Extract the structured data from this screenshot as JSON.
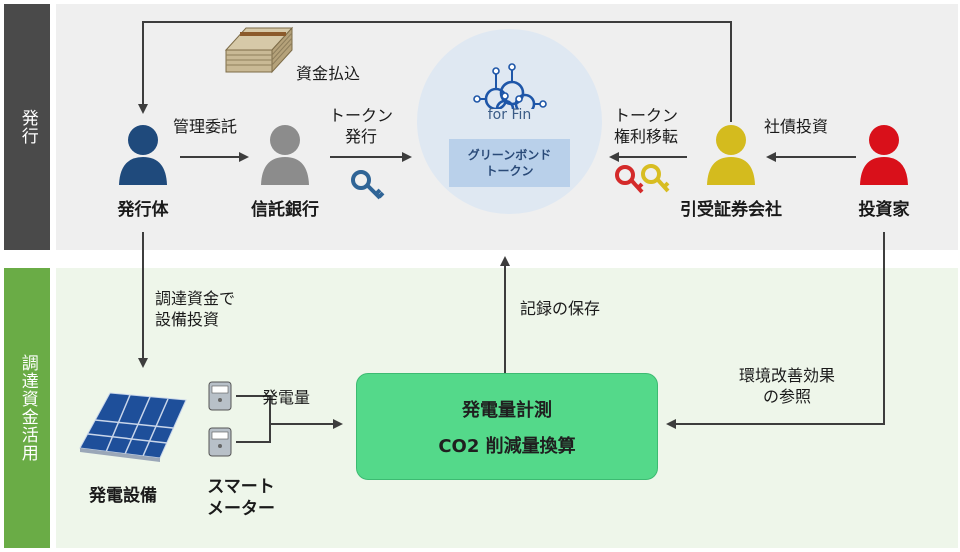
{
  "side_labels": {
    "issuance": "発行",
    "fund_use": "調達資金活用"
  },
  "nodes": {
    "issuer": "発行体",
    "trust_bank": "信託銀行",
    "underwriter": "引受証券会社",
    "investor": "投資家",
    "generation_facility": "発電設備",
    "smart_meter_line1": "スマート",
    "smart_meter_line2": "メーター"
  },
  "token": {
    "brand": "for Fin",
    "name_line1": "グリーンボンド",
    "name_line2": "トークン"
  },
  "process_box": {
    "line1": "発電量計測",
    "line2": "CO2 削減量換算"
  },
  "edge_labels": {
    "fund_payment": "資金払込",
    "trust_management": "管理委託",
    "token_issue_line1": "トークン",
    "token_issue_line2": "発行",
    "token_transfer_line1": "トークン",
    "token_transfer_line2": "権利移転",
    "bond_investment": "社債投資",
    "fund_investment_line1": "調達資金で",
    "fund_investment_line2": "設備投資",
    "record_storage": "記録の保存",
    "generation_amount": "発電量",
    "impact_reference_line1": "環境改善効果",
    "impact_reference_line2": "の参照"
  },
  "colors": {
    "issuer_person": "#1f4a7c",
    "trust_person": "#8c8c8c",
    "underwriter_person": "#d4bb1e",
    "investor_person": "#d9101a",
    "key_blue": "#2f6496",
    "key_red": "#d42a2a",
    "key_yellow": "#d8bd22",
    "process_box": "#54d98a"
  }
}
